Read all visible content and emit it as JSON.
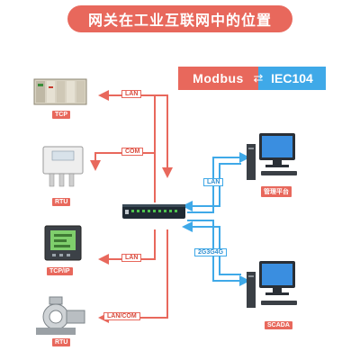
{
  "title": "网关在工业互联网中的位置",
  "protocol": {
    "left": "Modbus",
    "right": "IEC104"
  },
  "devices": [
    {
      "label": "TCP",
      "icon": "plc-icon"
    },
    {
      "label": "RTU",
      "icon": "sensor-icon"
    },
    {
      "label": "TCP/IP",
      "icon": "meter-icon"
    },
    {
      "label": "RTU",
      "icon": "valve-icon"
    }
  ],
  "links_left": [
    "LAN",
    "COM",
    "LAN",
    "LAN/COM"
  ],
  "links_right": [
    "LAN",
    "2G3G4G"
  ],
  "computers": [
    {
      "label": "管理平台",
      "icon": "computer-icon"
    },
    {
      "label": "SCADA",
      "icon": "computer-icon"
    }
  ],
  "colors": {
    "red": "#e8685c",
    "blue": "#3fa9e8",
    "dark": "#222222"
  }
}
